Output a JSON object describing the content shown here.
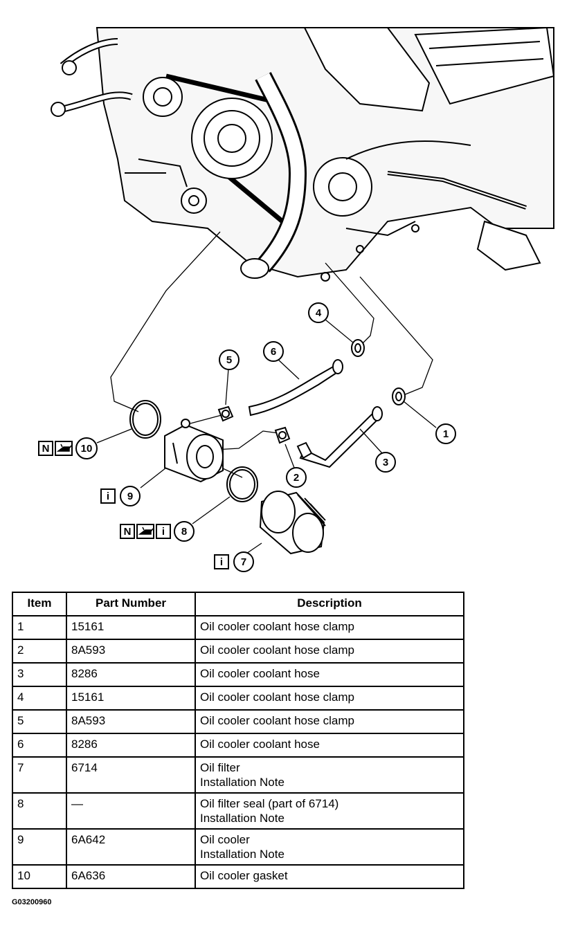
{
  "diagram": {
    "callouts": [
      "1",
      "2",
      "3",
      "4",
      "5",
      "6",
      "7",
      "8",
      "9",
      "10"
    ],
    "symbols": {
      "new_part": "N",
      "info": "i",
      "oil_can": "oil-can-icon"
    }
  },
  "table": {
    "headers": [
      "Item",
      "Part Number",
      "Description"
    ],
    "rows": [
      {
        "item": "1",
        "part": "15161",
        "desc": [
          "Oil cooler coolant hose clamp"
        ]
      },
      {
        "item": "2",
        "part": "8A593",
        "desc": [
          "Oil cooler coolant hose clamp"
        ]
      },
      {
        "item": "3",
        "part": "8286",
        "desc": [
          "Oil cooler coolant hose"
        ]
      },
      {
        "item": "4",
        "part": "15161",
        "desc": [
          "Oil cooler coolant hose clamp"
        ]
      },
      {
        "item": "5",
        "part": "8A593",
        "desc": [
          "Oil cooler coolant hose clamp"
        ]
      },
      {
        "item": "6",
        "part": "8286",
        "desc": [
          "Oil cooler coolant hose"
        ]
      },
      {
        "item": "7",
        "part": "6714",
        "desc": [
          "Oil filter",
          "Installation Note"
        ]
      },
      {
        "item": "8",
        "part": "—",
        "desc": [
          "Oil filter seal (part of 6714)",
          "Installation Note"
        ]
      },
      {
        "item": "9",
        "part": "6A642",
        "desc": [
          "Oil cooler",
          "Installation Note"
        ]
      },
      {
        "item": "10",
        "part": "6A636",
        "desc": [
          "Oil cooler gasket"
        ]
      }
    ]
  },
  "figure_id": "G03200960"
}
